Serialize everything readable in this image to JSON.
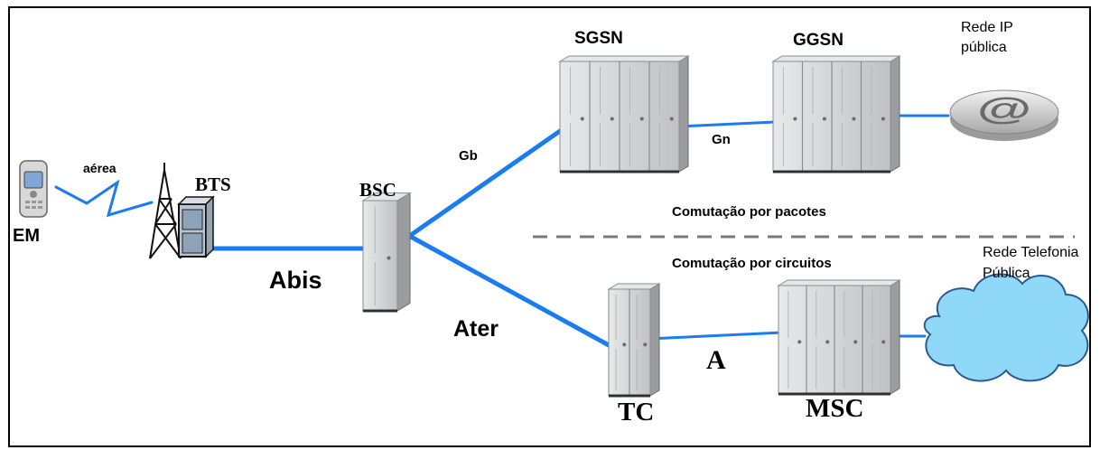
{
  "nodes": {
    "em": "EM",
    "bts": "BTS",
    "bsc": "BSC",
    "sgsn": "SGSN",
    "ggsn": "GGSN",
    "tc": "TC",
    "msc": "MSC",
    "rede_ip_line1": "Rede IP",
    "rede_ip_line2": "pública",
    "rede_tel_line1": "Rede Telefonia",
    "rede_tel_line2": "Pública"
  },
  "interfaces": {
    "aerea": "aérea",
    "abis": "Abis",
    "gb": "Gb",
    "gn": "Gn",
    "ater": "Ater",
    "a": "A"
  },
  "domains": {
    "packet": "Comutação por pacotes",
    "circuit": "Comutação por circuitos"
  },
  "colors": {
    "link": "#1a7cf0",
    "rack": "#d2d4d6",
    "rack_dark": "#9a9ca0",
    "cloud": "#8fd8f8",
    "dashed": "#7a7a7a"
  },
  "icons": {
    "phone": "mobile-phone-icon",
    "tower": "antenna-tower-icon",
    "internet": "at-sign-globe-icon",
    "cloud": "cloud-icon",
    "rack": "server-rack-icon"
  }
}
